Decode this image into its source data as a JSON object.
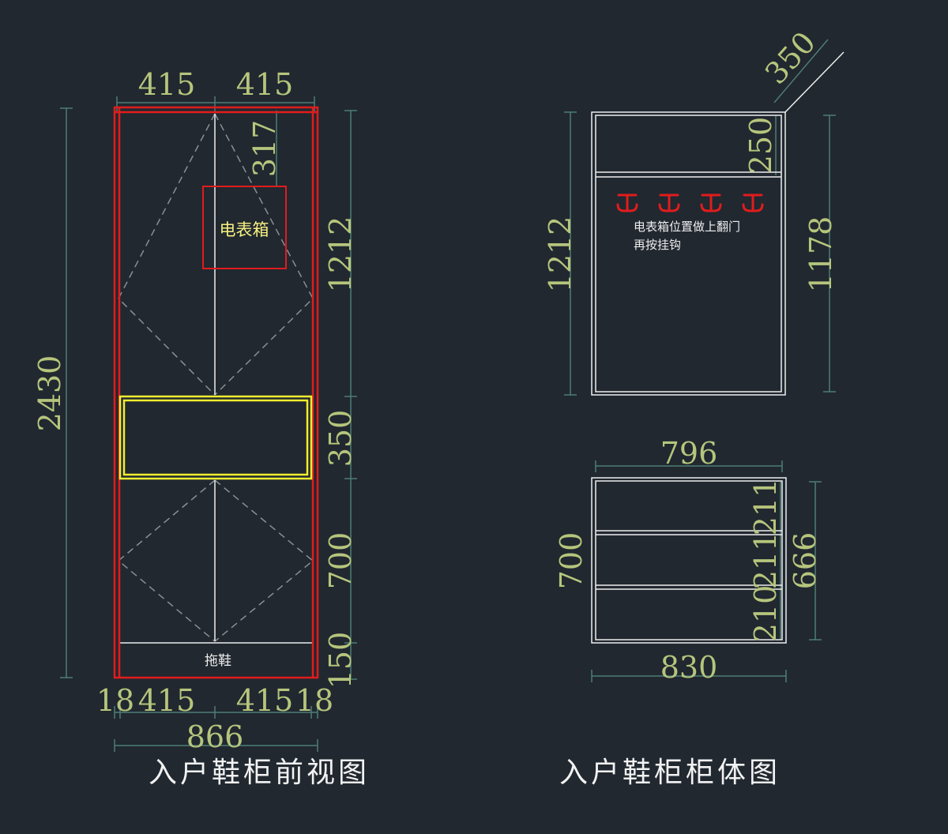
{
  "colors": {
    "background": "#212830",
    "dimension_text": "#b6c57c",
    "dimension_line": "#4e7d74",
    "frame_red": "#e11c1c",
    "drawer_yellow": "#f2ee2e",
    "line_white": "#eeeeee",
    "dash_gray": "#8a8f94",
    "hook_red": "#e11c1c",
    "label_yellow": "#f6f080"
  },
  "icons": {
    "hook": "clothes-hook-icon"
  },
  "front_view": {
    "title": "入户鞋柜前视图",
    "top_dims": [
      "415",
      "415"
    ],
    "left_height": "2430",
    "right_dims": [
      "1212",
      "350",
      "700",
      "150"
    ],
    "meter_box_offset": "317",
    "meter_box_label": "电表箱",
    "slipper_label": "拖鞋",
    "bottom_dims": [
      "18",
      "415",
      "415",
      "18"
    ],
    "total_width": "866"
  },
  "body_view": {
    "title": "入户鞋柜柜体图",
    "depth": "350",
    "upper": {
      "left_height": "1212",
      "right_height": "1178",
      "top_shelf": "250",
      "note_line1": "电表箱位置做上翻门",
      "note_line2": "再按挂钩"
    },
    "lower": {
      "top_width": "796",
      "bottom_width": "830",
      "left_height": "700",
      "right_height": "666",
      "shelves": [
        "211",
        "211",
        "210"
      ]
    }
  }
}
